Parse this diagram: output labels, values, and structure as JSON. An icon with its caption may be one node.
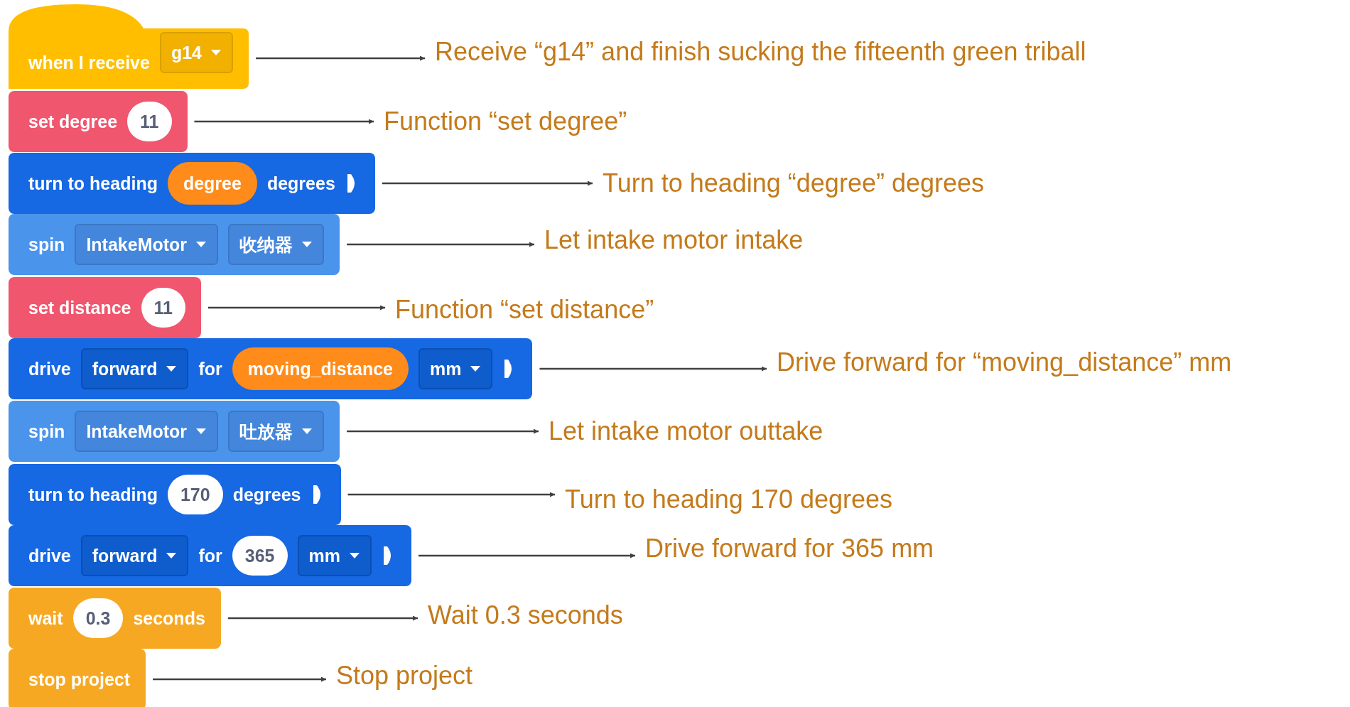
{
  "diagram": {
    "nodes": [
      {
        "text": [
          "when I receive",
          "g14"
        ]
      },
      {
        "text": [
          "set degree",
          "11"
        ]
      },
      {
        "text": [
          "turn to heading",
          "degree",
          "degrees"
        ]
      },
      {
        "text": [
          "spin",
          "IntakeMotor",
          "收纳器"
        ]
      },
      {
        "text": [
          "set distance",
          "11"
        ]
      },
      {
        "text": [
          "drive",
          "forward",
          "for",
          "moving_distance",
          "mm"
        ]
      },
      {
        "text": [
          "spin",
          "IntakeMotor",
          "吐放器"
        ]
      },
      {
        "text": [
          "turn to heading",
          "170",
          "degrees"
        ]
      },
      {
        "text": [
          "drive",
          "forward",
          "for",
          "365",
          "mm"
        ]
      },
      {
        "text": [
          "wait",
          "0.3",
          "seconds"
        ]
      },
      {
        "text": [
          "stop project"
        ]
      },
      {
        "text": [
          "Receive “g14” and finish sucking the fifteenth green triball"
        ]
      },
      {
        "text": [
          "Function “set degree”"
        ]
      },
      {
        "text": [
          "Turn to heading “degree” degrees"
        ]
      },
      {
        "text": [
          "Let intake motor intake"
        ]
      },
      {
        "text": [
          "Function “set distance”"
        ]
      },
      {
        "text": [
          "Drive forward for “moving_distance” mm"
        ]
      },
      {
        "text": [
          "Let intake motor outtake"
        ]
      },
      {
        "text": [
          "Turn to heading 170 degrees"
        ]
      },
      {
        "text": [
          "Drive forward for 365 mm"
        ]
      },
      {
        "text": [
          "Wait 0.3 seconds"
        ]
      },
      {
        "text": [
          "Stop project"
        ]
      }
    ],
    "edges": [
      {
        "from": 0,
        "to": 11,
        "arrow": "to"
      },
      {
        "from": 1,
        "to": 12,
        "arrow": "to"
      },
      {
        "from": 2,
        "to": 13,
        "arrow": "to"
      },
      {
        "from": 3,
        "to": 14,
        "arrow": "to"
      },
      {
        "from": 4,
        "to": 15,
        "arrow": "to"
      },
      {
        "from": 5,
        "to": 16,
        "arrow": "to"
      },
      {
        "from": 6,
        "to": 17,
        "arrow": "to"
      },
      {
        "from": 7,
        "to": 18,
        "arrow": "to"
      },
      {
        "from": 8,
        "to": 19,
        "arrow": "to"
      },
      {
        "from": 9,
        "to": 20,
        "arrow": "to"
      },
      {
        "from": 10,
        "to": 21,
        "arrow": "to"
      }
    ]
  }
}
